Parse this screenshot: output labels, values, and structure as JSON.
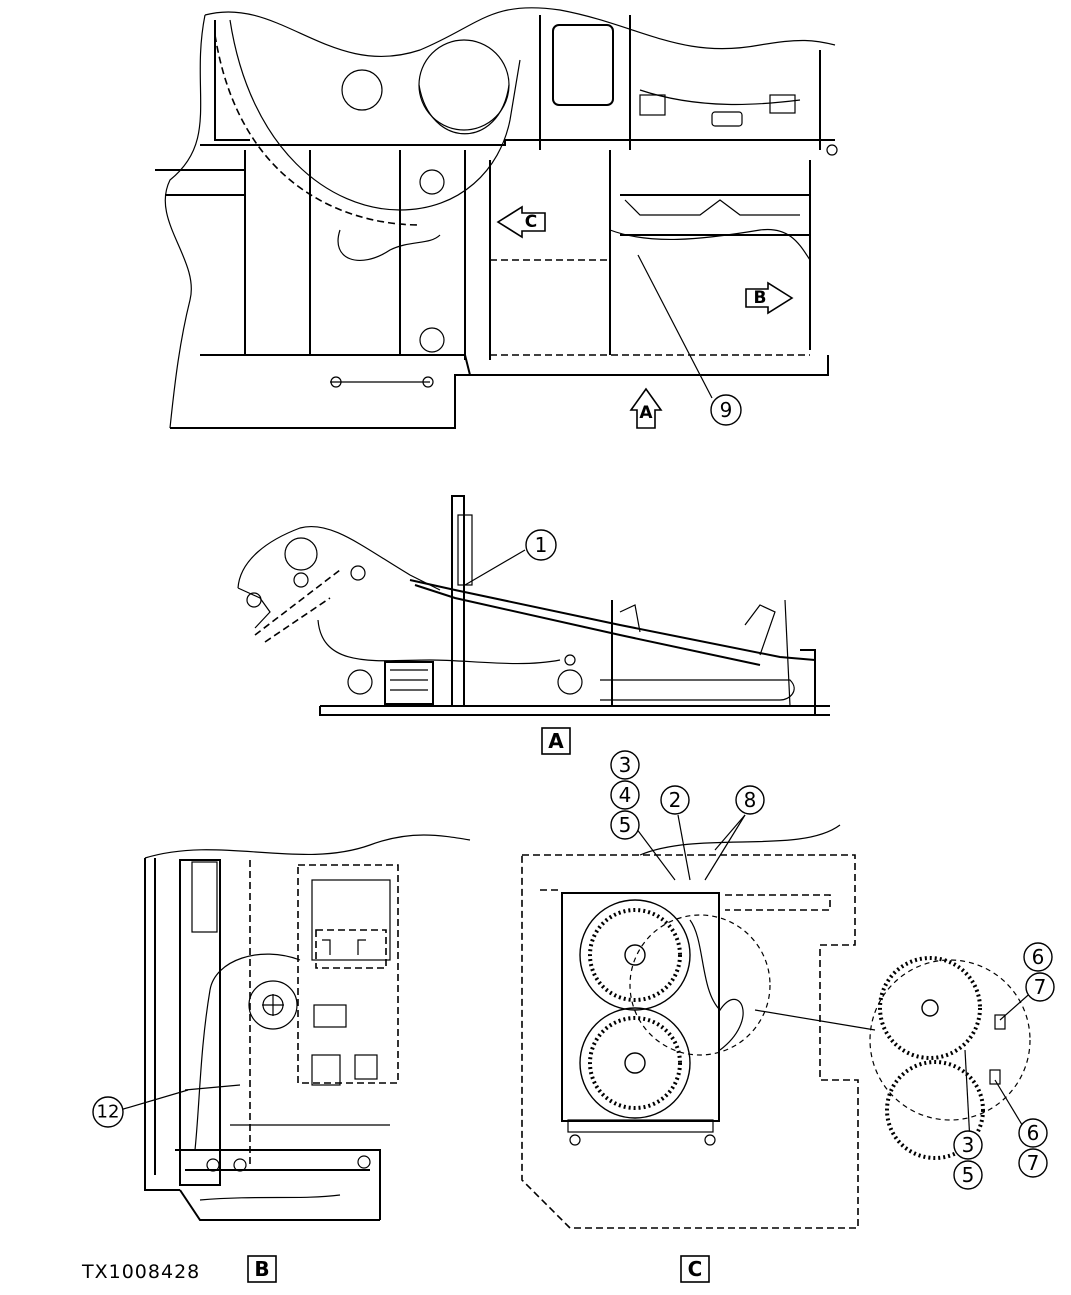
{
  "figure_id": "TX1008428",
  "view_labels": {
    "a": "A",
    "b": "B",
    "c": "C"
  },
  "view_arrows": {
    "a": "A",
    "b": "B",
    "c": "C"
  },
  "callouts": {
    "top_9": "9",
    "view_a_1": "1",
    "view_b_12": "12",
    "view_c_3": "3",
    "view_c_4": "4",
    "view_c_5": "5",
    "view_c_2": "2",
    "view_c_8": "8",
    "detail_6a": "6",
    "detail_7a": "7",
    "detail_3": "3",
    "detail_5": "5",
    "detail_6b": "6",
    "detail_7b": "7"
  }
}
